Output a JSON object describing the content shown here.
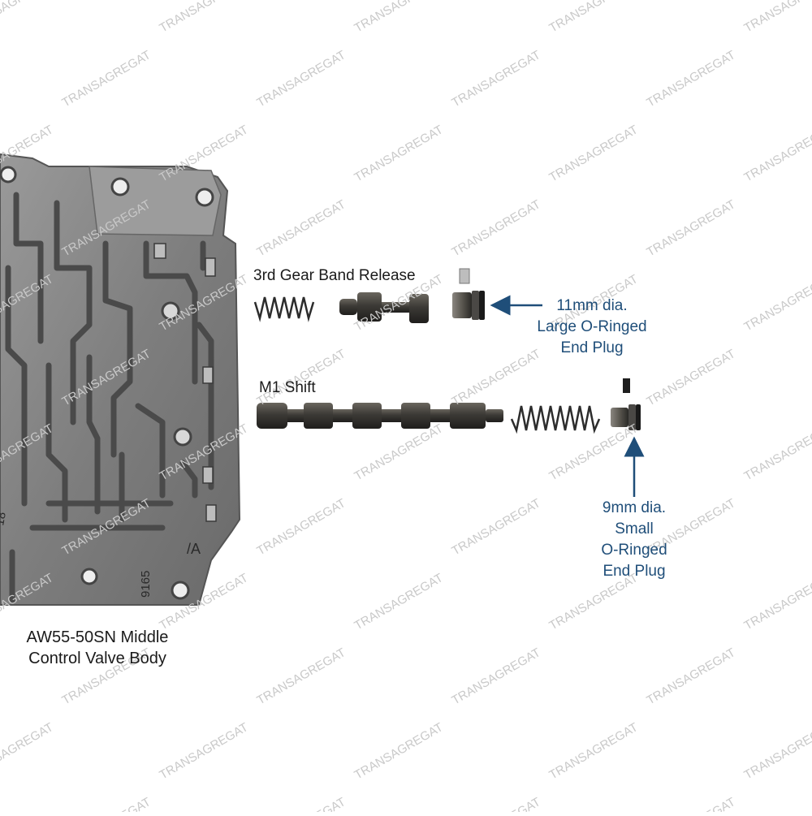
{
  "watermark": "TRANSAGREGAT",
  "valve_body": {
    "line1": "AW55-50SN Middle",
    "line2": "Control Valve Body",
    "stamp_a": "/A",
    "stamp_num": "9165",
    "stamp_18": "18"
  },
  "parts": {
    "band_release_label": "3rd Gear Band Release",
    "m1_shift_label": "M1 Shift"
  },
  "callouts": {
    "large_plug": [
      "11mm dia.",
      "Large O-Ringed",
      "End Plug"
    ],
    "small_plug": [
      "9mm dia.",
      "Small",
      "O-Ringed",
      "End Plug"
    ]
  },
  "colors": {
    "callout_blue": "#1f4e79",
    "casting_gray": "#8a8a8a",
    "metal_dark": "#3c3a36",
    "watermark_gray": "#c9c9c9"
  }
}
